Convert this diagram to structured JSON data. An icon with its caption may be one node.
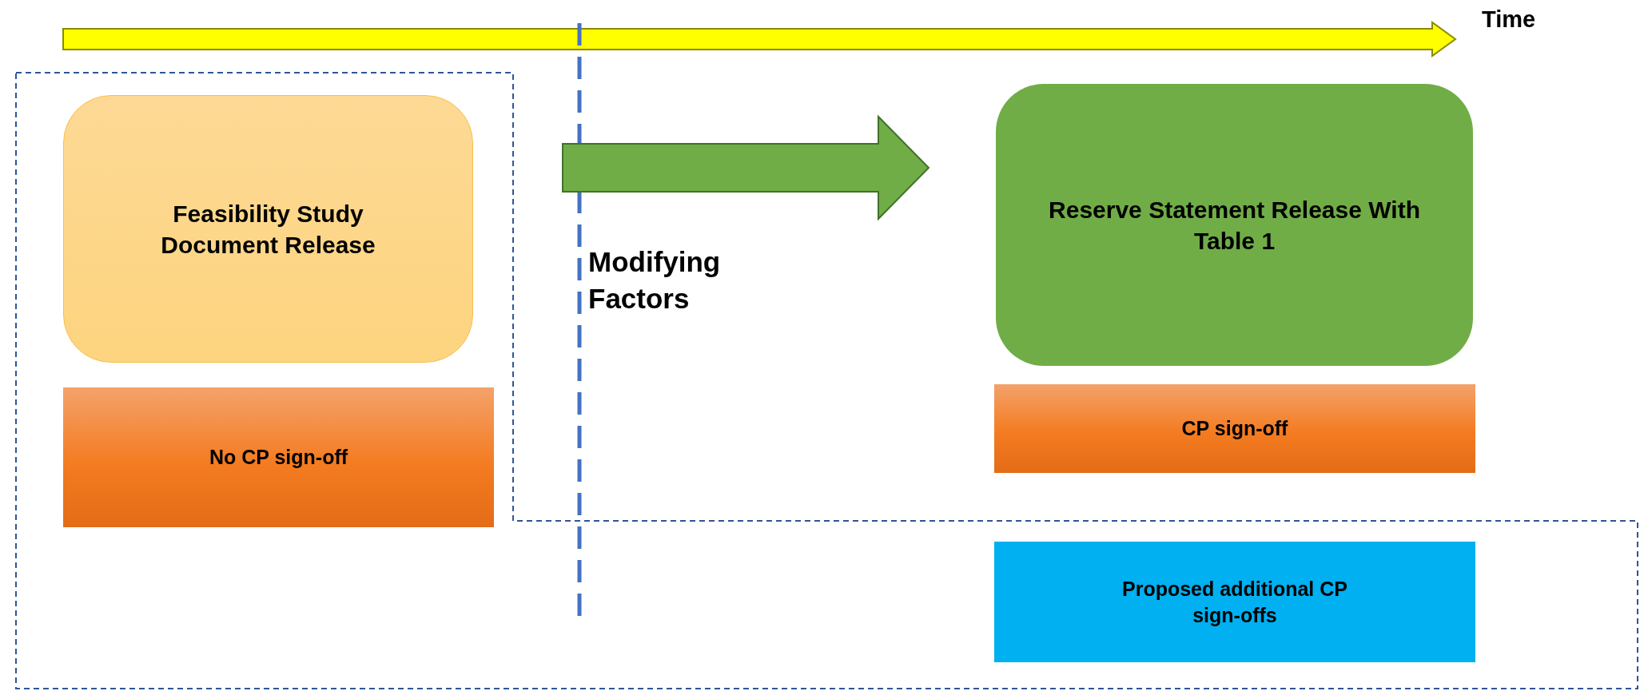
{
  "diagram": {
    "nodes": [
      {
        "text": [
          "Feasibility Study Document Release"
        ]
      },
      {
        "text": [
          "No CP sign-off"
        ]
      },
      {
        "text": [
          "Reserve Statement Release With Table 1"
        ]
      },
      {
        "text": [
          "CP sign-off"
        ]
      },
      {
        "text": [
          "Proposed additional CP sign-offs"
        ]
      }
    ],
    "edges": [
      {
        "from": 0,
        "to": 2,
        "arrow": "to",
        "label": "Modifying Factors",
        "style": "thick",
        "color": "#70ad47"
      }
    ],
    "labels": [
      "Time"
    ]
  }
}
